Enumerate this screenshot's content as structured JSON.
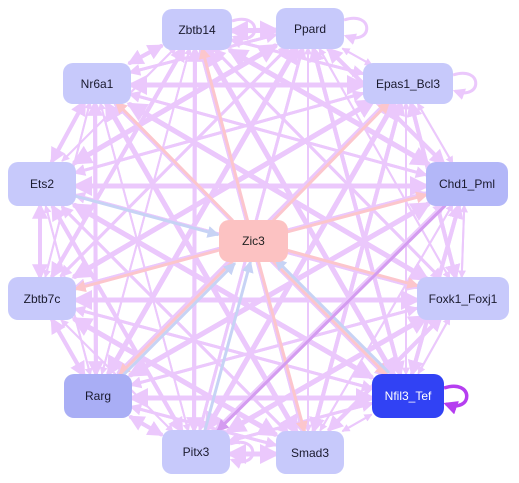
{
  "graph": {
    "colors": {
      "edge_default": "#ebc8fc",
      "edge_from_center": "#fcc6cc",
      "edge_to_center": "#c7d3f5",
      "edge_highlight": "#d49cf0",
      "self_loop_selected": "#b53ef0"
    },
    "nodes": {
      "zbtb14": "Zbtb14",
      "ppard": "Ppard",
      "nr6a1": "Nr6a1",
      "epas1_bcl3": "Epas1_Bcl3",
      "ets2": "Ets2",
      "chd1_pml": "Chd1_Pml",
      "zic3": "Zic3",
      "zbtb7c": "Zbtb7c",
      "foxk1_foxj1": "Foxk1_Foxj1",
      "rarg": "Rarg",
      "nfil3_tef": "Nfil3_Tef",
      "pitx3": "Pitx3",
      "smad3": "Smad3"
    }
  }
}
